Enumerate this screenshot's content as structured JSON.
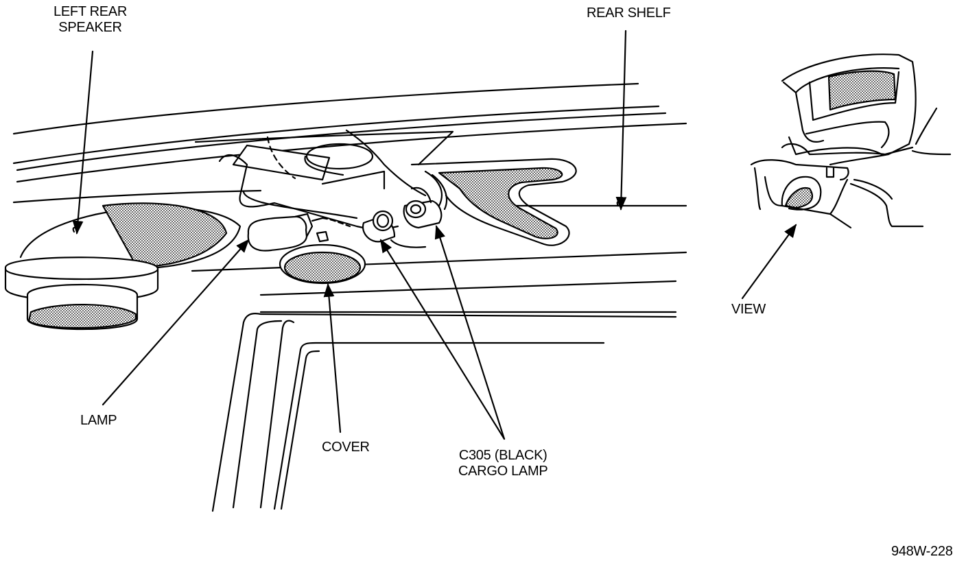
{
  "labels": {
    "left_rear_speaker": [
      "LEFT REAR",
      "SPEAKER"
    ],
    "rear_shelf": "REAR SHELF",
    "view": "VIEW",
    "lamp": "LAMP",
    "cover": "COVER",
    "c305_cargo_lamp": [
      "C305 (BLACK)",
      "CARGO LAMP"
    ],
    "figure_id": "948W-228"
  },
  "colors": {
    "ink": "#000000",
    "paper": "#ffffff",
    "shade": "#9a9a9a"
  }
}
